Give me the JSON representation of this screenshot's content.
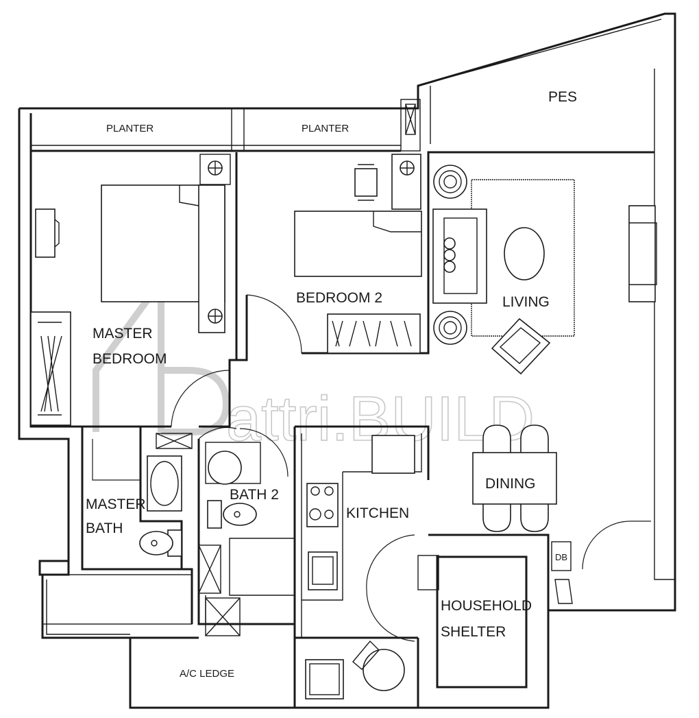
{
  "labels": {
    "pes": "PES",
    "planter_1": "PLANTER",
    "planter_2": "PLANTER",
    "master_bedroom_1": "MASTER",
    "master_bedroom_2": "BEDROOM",
    "bedroom_2": "BEDROOM 2",
    "living": "LIVING",
    "dining": "DINING",
    "master_bath_1": "MASTER",
    "master_bath_2": "BATH",
    "bath_2": "BATH 2",
    "kitchen": "KITCHEN",
    "db": "DB",
    "household_shelter_1": "HOUSEHOLD",
    "household_shelter_2": "SHELTER",
    "ac_ledge": "A/C LEDGE"
  },
  "watermark": {
    "text": "attri.BUILD"
  }
}
